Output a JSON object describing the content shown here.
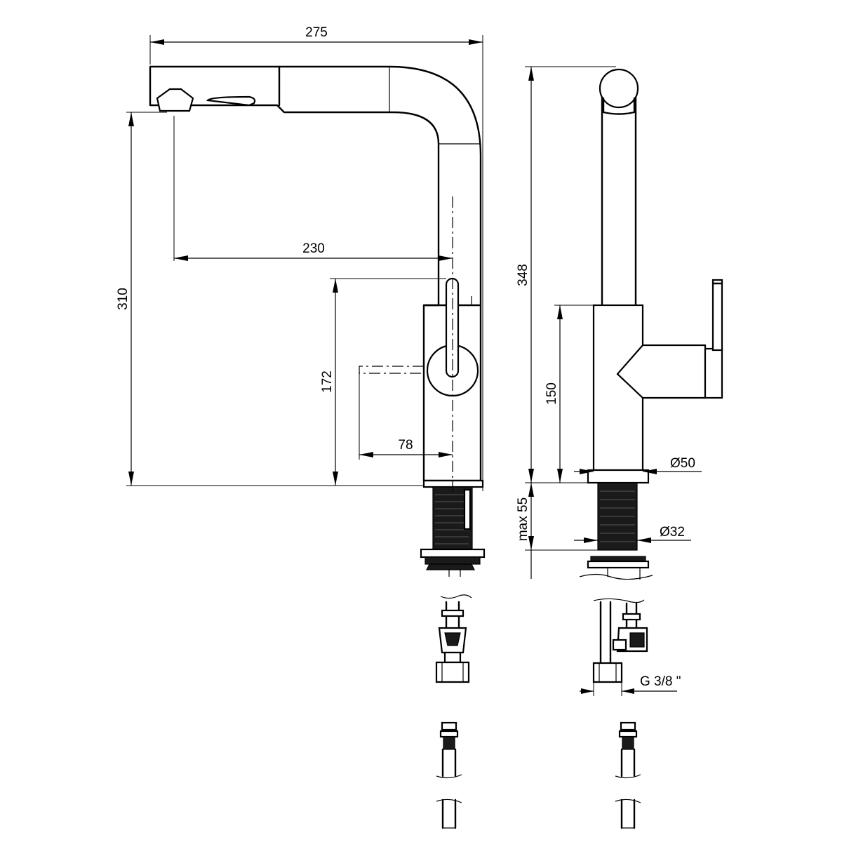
{
  "dimensions": {
    "overall_reach": "275",
    "spout_reach": "230",
    "overall_height": "310",
    "aerator_height": "172",
    "lever_offset": "78",
    "total_height_side": "348",
    "body_height": "150",
    "base_diameter": "Ø50",
    "thread_diameter": "Ø32",
    "max_deck_thickness": "max 55",
    "hose_connection": "G 3/8 \""
  }
}
